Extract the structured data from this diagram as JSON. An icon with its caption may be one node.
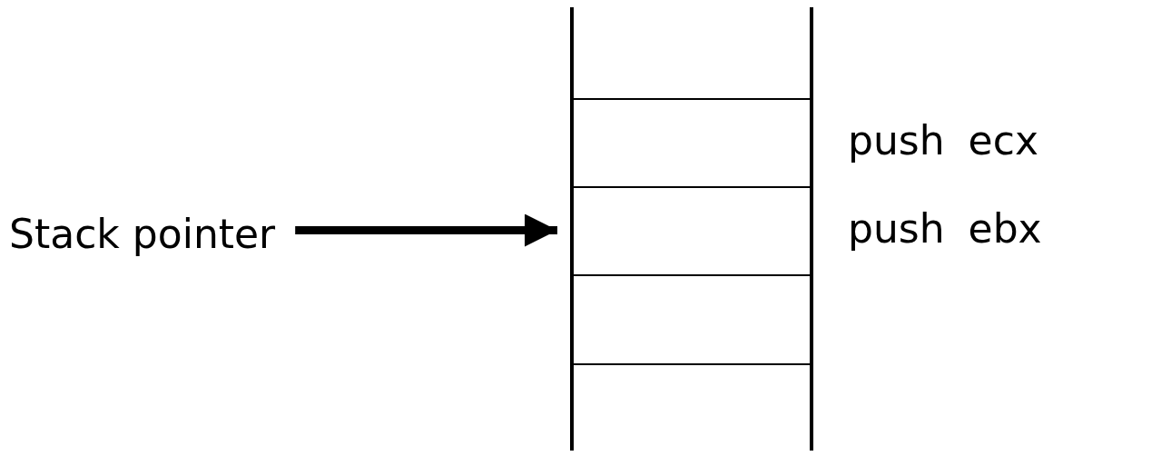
{
  "diagram": {
    "nodes": [
      {
        "text": [
          "Stack pointer"
        ]
      },
      {
        "text": [],
        "shape": "box"
      },
      {
        "text": [],
        "shape": "box",
        "beside": [
          "push ecx"
        ]
      },
      {
        "text": [],
        "shape": "box",
        "beside": [
          "push ebx"
        ]
      },
      {
        "text": [],
        "shape": "box"
      },
      {
        "text": [],
        "shape": "box"
      }
    ],
    "edges": [
      {
        "from": 0,
        "to": 3,
        "arrow": "to"
      }
    ]
  }
}
